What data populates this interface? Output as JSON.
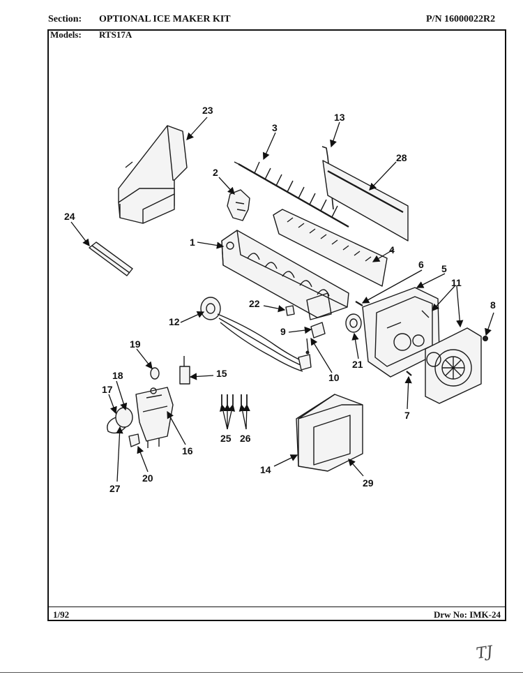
{
  "header": {
    "section_label": "Section:",
    "section_value": "OPTIONAL ICE MAKER KIT",
    "part_number": "P/N 16000022R2",
    "models_label": "Models:",
    "models_value": "RTS17A"
  },
  "footer": {
    "date": "1/92",
    "drawing_number": "Drw No: IMK-24"
  },
  "handwritten_mark": "TJ",
  "callouts": [
    "1",
    "2",
    "3",
    "4",
    "5",
    "6",
    "7",
    "8",
    "9",
    "10",
    "11",
    "12",
    "13",
    "14",
    "15",
    "16",
    "17",
    "18",
    "19",
    "20",
    "21",
    "22",
    "23",
    "24",
    "25",
    "26",
    "27",
    "28",
    "29"
  ]
}
